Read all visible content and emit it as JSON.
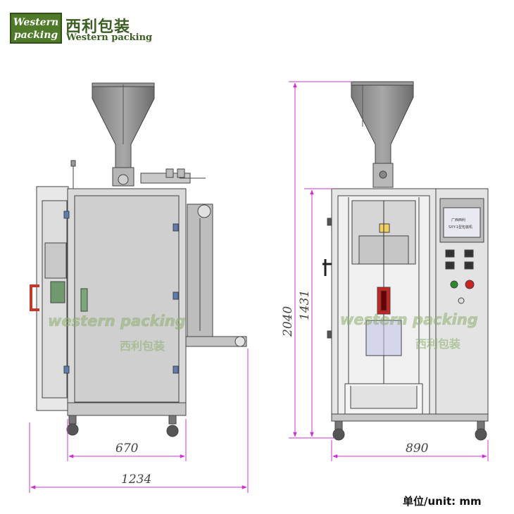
{
  "logo": {
    "line1": "Western",
    "line2": "packing"
  },
  "brand": {
    "cn": "西利包装",
    "en": "Western packing"
  },
  "watermark": {
    "en": "western packing",
    "cn": "西利包装"
  },
  "panel": {
    "line1": "广西西利",
    "line2": "SXY-1型包装机"
  },
  "dimensions": {
    "left_depth": "670",
    "left_total": "1234",
    "right_width": "890",
    "total_height": "2040",
    "body_height": "1431"
  },
  "unit_label": "单位/unit: mm",
  "colors": {
    "dim_line": "#cc33cc",
    "machine_line": "#444444",
    "logo_green": "#4f7a2a"
  }
}
